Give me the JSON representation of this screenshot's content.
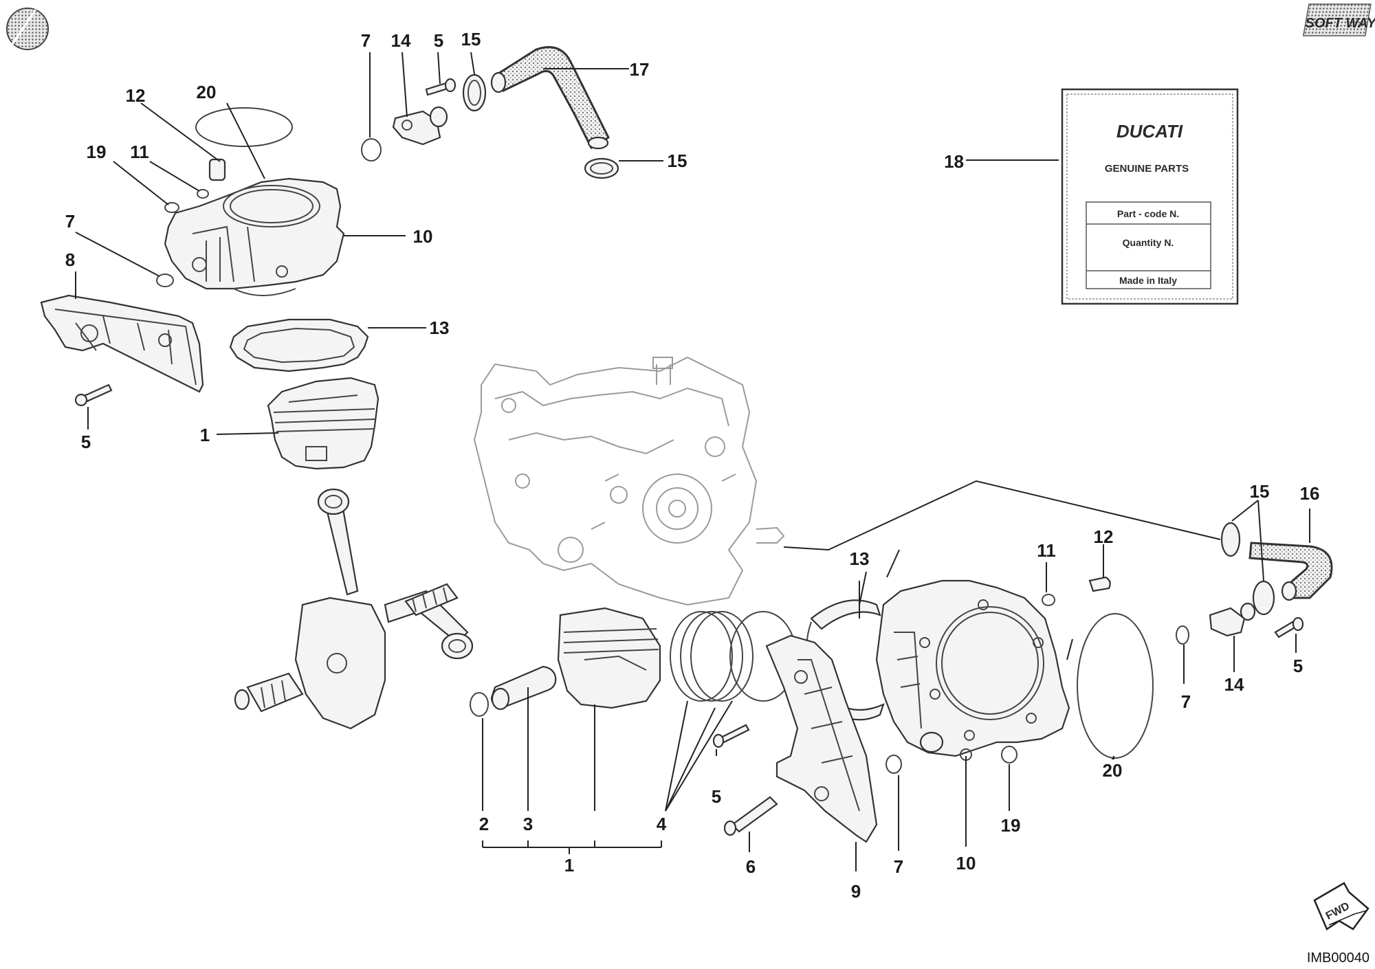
{
  "brand": {
    "logo_text": "DUCATI",
    "subtitle": "GENUINE PARTS",
    "rows": [
      "Part - code N.",
      "Quantity N.",
      "Made in Italy"
    ]
  },
  "corner_logo": "SOFT WAY",
  "drawing_code": "IMB00040",
  "fwd_label": "FWD",
  "callouts": [
    {
      "id": "c7a",
      "text": "7"
    },
    {
      "id": "c14a",
      "text": "14"
    },
    {
      "id": "c5a",
      "text": "5"
    },
    {
      "id": "c15a",
      "text": "15"
    },
    {
      "id": "c17",
      "text": "17"
    },
    {
      "id": "c15b",
      "text": "15"
    },
    {
      "id": "c12a",
      "text": "12"
    },
    {
      "id": "c20a",
      "text": "20"
    },
    {
      "id": "c19a",
      "text": "19"
    },
    {
      "id": "c11a",
      "text": "11"
    },
    {
      "id": "c10a",
      "text": "10"
    },
    {
      "id": "c7b",
      "text": "7"
    },
    {
      "id": "c8",
      "text": "8"
    },
    {
      "id": "c13a",
      "text": "13"
    },
    {
      "id": "c5b",
      "text": "5"
    },
    {
      "id": "c1a",
      "text": "1"
    },
    {
      "id": "c18",
      "text": "18"
    },
    {
      "id": "c13b",
      "text": "13"
    },
    {
      "id": "c11b",
      "text": "11"
    },
    {
      "id": "c12b",
      "text": "12"
    },
    {
      "id": "c15c",
      "text": "15"
    },
    {
      "id": "c16",
      "text": "16"
    },
    {
      "id": "c7c",
      "text": "7"
    },
    {
      "id": "c14b",
      "text": "14"
    },
    {
      "id": "c5c",
      "text": "5"
    },
    {
      "id": "c20b",
      "text": "20"
    },
    {
      "id": "c19b",
      "text": "19"
    },
    {
      "id": "c5d",
      "text": "5"
    },
    {
      "id": "c2",
      "text": "2"
    },
    {
      "id": "c3",
      "text": "3"
    },
    {
      "id": "c4",
      "text": "4"
    },
    {
      "id": "c1b",
      "text": "1"
    },
    {
      "id": "c6",
      "text": "6"
    },
    {
      "id": "c9",
      "text": "9"
    },
    {
      "id": "c7d",
      "text": "7"
    },
    {
      "id": "c10b",
      "text": "10"
    }
  ]
}
